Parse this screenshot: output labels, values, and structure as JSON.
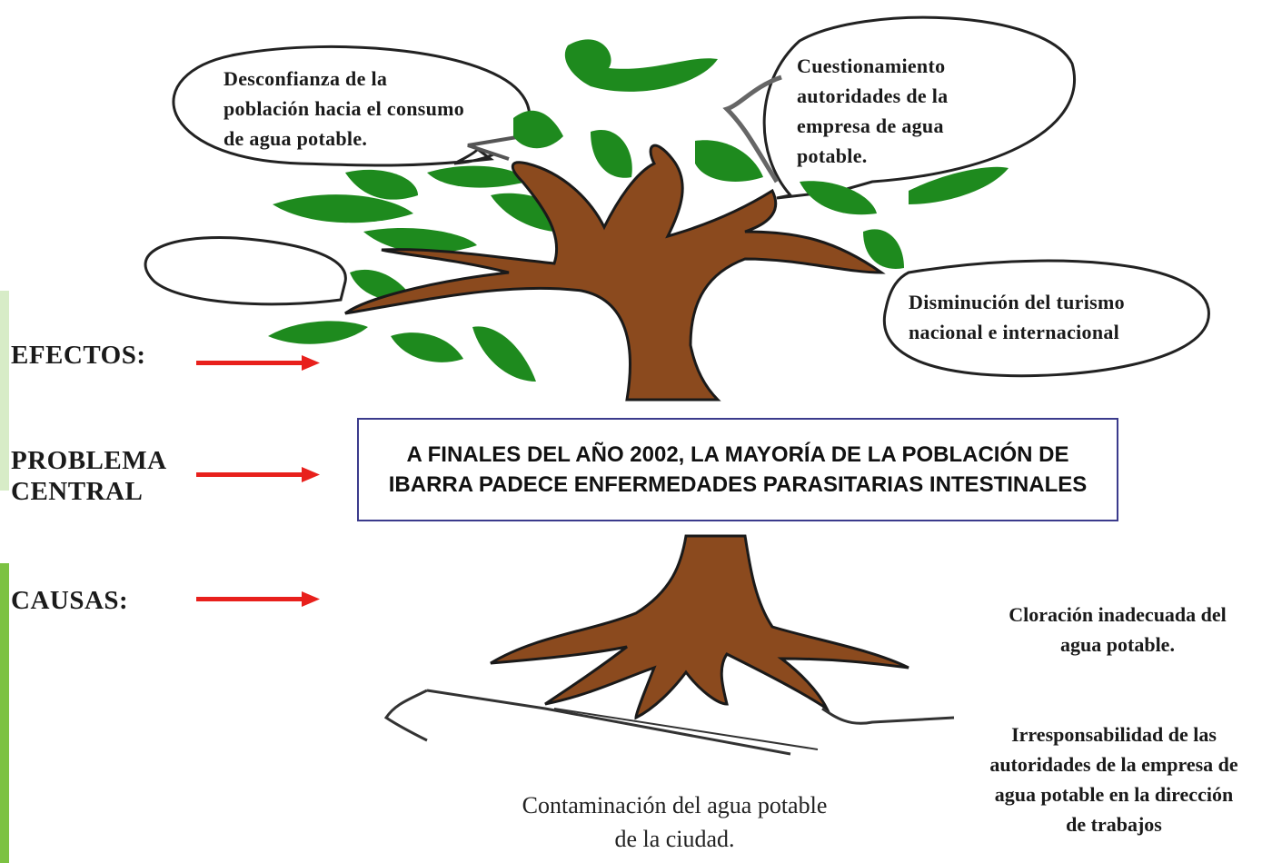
{
  "effects": [
    {
      "text": "Desconfianza de la\npoblación hacia el consumo\nde agua potable."
    },
    {
      "text": "Cuestionamiento\nautoridades de la\nempresa de agua\npotable."
    },
    {
      "text": "Disminución del turismo\nnacional e internacional"
    },
    {
      "text": ""
    }
  ],
  "side_labels": {
    "efectos": "EFECTOS:",
    "problema_central": "PROBLEMA\nCENTRAL",
    "causas": "CAUSAS:"
  },
  "central_problem": "A FINALES DEL AÑO 2002, LA MAYORÍA DE LA POBLACIÓN DE IBARRA PADECE ENFERMEDADES PARASITARIAS INTESTINALES",
  "causes": [
    {
      "text": "Contaminación del agua potable\nde la ciudad."
    },
    {
      "text": "Cloración inadecuada del\nagua potable."
    },
    {
      "text": "Irresponsabilidad de las\nautoridades de la empresa de\nagua potable en la dirección\nde trabajos"
    }
  ],
  "colors": {
    "trunk": "#8b4a1e",
    "leaf": "#1e8a1e",
    "arrow": "#e8201c",
    "box_border": "#3b3b8c",
    "stripe": "#7cc242"
  }
}
